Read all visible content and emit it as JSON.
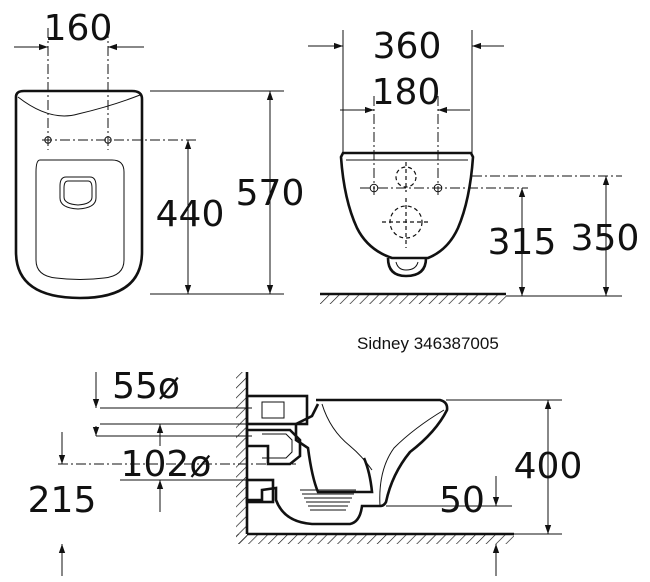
{
  "caption": "Sidney 346387005",
  "top_view": {
    "dims": [
      "160",
      "440",
      "570"
    ]
  },
  "front_view": {
    "dims": [
      "360",
      "180",
      "315",
      "350"
    ]
  },
  "side_view": {
    "dims": [
      "55ø",
      "102ø",
      "215",
      "400",
      "50"
    ]
  }
}
